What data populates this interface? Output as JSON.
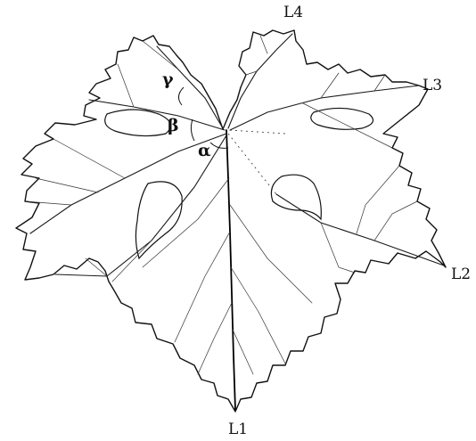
{
  "labels": {
    "l1": "L1",
    "l2": "L2",
    "l3": "L3",
    "l4": "L4"
  },
  "angles": {
    "alpha": "α",
    "beta": "β",
    "gamma": "γ"
  },
  "colors": {
    "line": "#111111",
    "background": "#ffffff"
  }
}
